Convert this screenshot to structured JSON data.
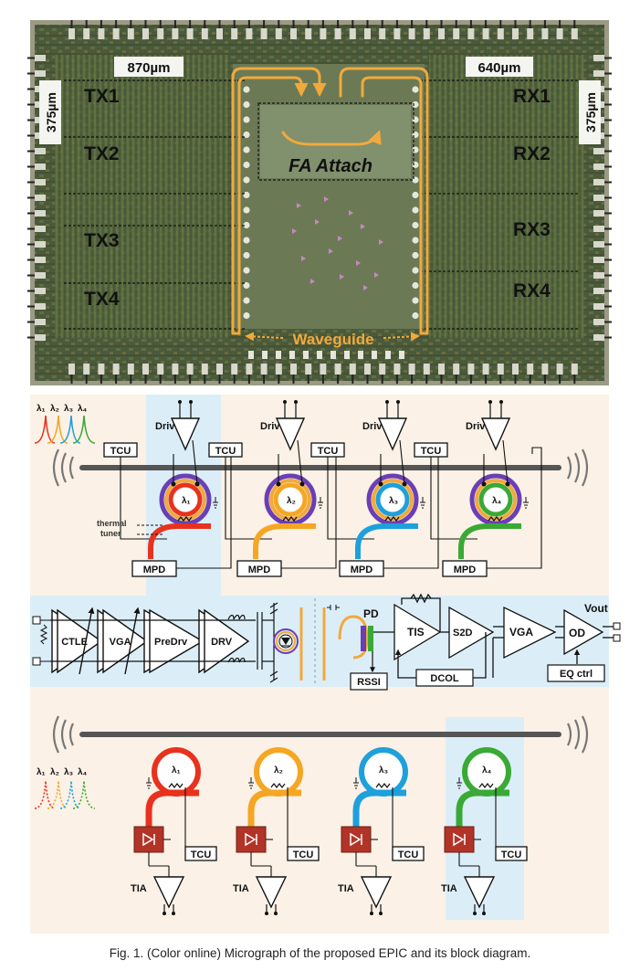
{
  "micrograph": {
    "dim_left": "870µm",
    "dim_right": "640µm",
    "height_left": "375µm",
    "height_right": "375µm",
    "tx_labels": [
      "TX1",
      "TX2",
      "TX3",
      "TX4"
    ],
    "rx_labels": [
      "RX1",
      "RX2",
      "RX3",
      "RX4"
    ],
    "fa_label": "FA Attach",
    "waveguide_label": "Waveguide"
  },
  "tx_diagram": {
    "spectrum_labels": [
      "λ₁",
      "λ₂",
      "λ₃",
      "λ₄"
    ],
    "driver_label": "Driver",
    "tcu_label": "TCU",
    "mpd_label": "MPD",
    "ring_labels": [
      "λ₁",
      "λ₂",
      "λ₃",
      "λ₄"
    ],
    "thermal_label_1": "thermal",
    "thermal_label_2": "tuner"
  },
  "chain": {
    "blocks": [
      "CTLE",
      "VGA",
      "PreDrv",
      "DRV"
    ],
    "pd_label": "PD",
    "rssi_label": "RSSI",
    "tis_label": "TIS",
    "s2d_label": "S2D",
    "vga_label": "VGA",
    "od_label": "OD",
    "vout_label": "Vout",
    "dcol_label": "DCOL",
    "eq_label": "EQ ctrl"
  },
  "rx_diagram": {
    "spectrum_labels": [
      "λ₁",
      "λ₂",
      "λ₃",
      "λ₄"
    ],
    "ring_labels": [
      "λ₁",
      "λ₂",
      "λ₃",
      "λ₄"
    ],
    "tcu_label": "TCU",
    "tia_label": "TIA"
  },
  "colors": {
    "lambda1": "#e8321e",
    "lambda2": "#f5a623",
    "lambda3": "#1ea0dc",
    "lambda4": "#3aa935",
    "highlight": "#dbeef8",
    "panel": "#fbf1e6",
    "waveguide": "#f2a93b",
    "mpd": "#e8321e",
    "pd_box": "#b23427"
  },
  "caption": "Fig. 1. (Color online) Micrograph of the proposed EPIC and its block diagram."
}
